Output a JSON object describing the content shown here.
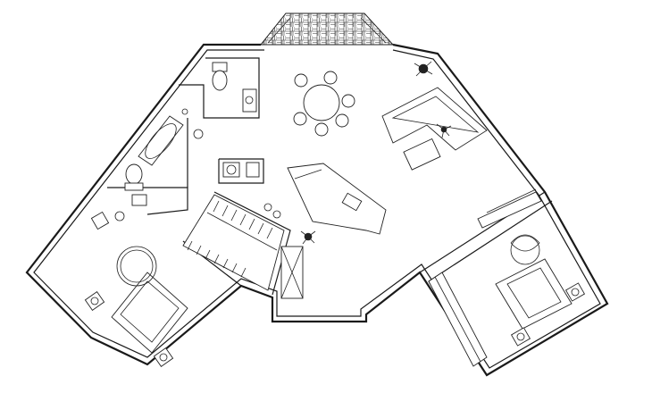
{
  "drawing": {
    "type": "floor-plan",
    "style": "black line drawing on white",
    "colors": {
      "line": "#1a1a1a",
      "background": "#ffffff"
    },
    "rooms": [
      {
        "id": "entry-tile-area",
        "label": ""
      },
      {
        "id": "dining-area",
        "label": ""
      },
      {
        "id": "living-area",
        "label": ""
      },
      {
        "id": "toilet",
        "label": ""
      },
      {
        "id": "bathroom",
        "label": ""
      },
      {
        "id": "bedroom-left",
        "label": ""
      },
      {
        "id": "walk-in-closet",
        "label": ""
      },
      {
        "id": "kitchen",
        "label": ""
      },
      {
        "id": "bedroom-right",
        "label": ""
      }
    ],
    "furniture": {
      "dining_chairs": 6,
      "sofa": "L-shaped",
      "beds": 2,
      "bathtub": 1,
      "toilets": 2,
      "plants": 3
    }
  }
}
